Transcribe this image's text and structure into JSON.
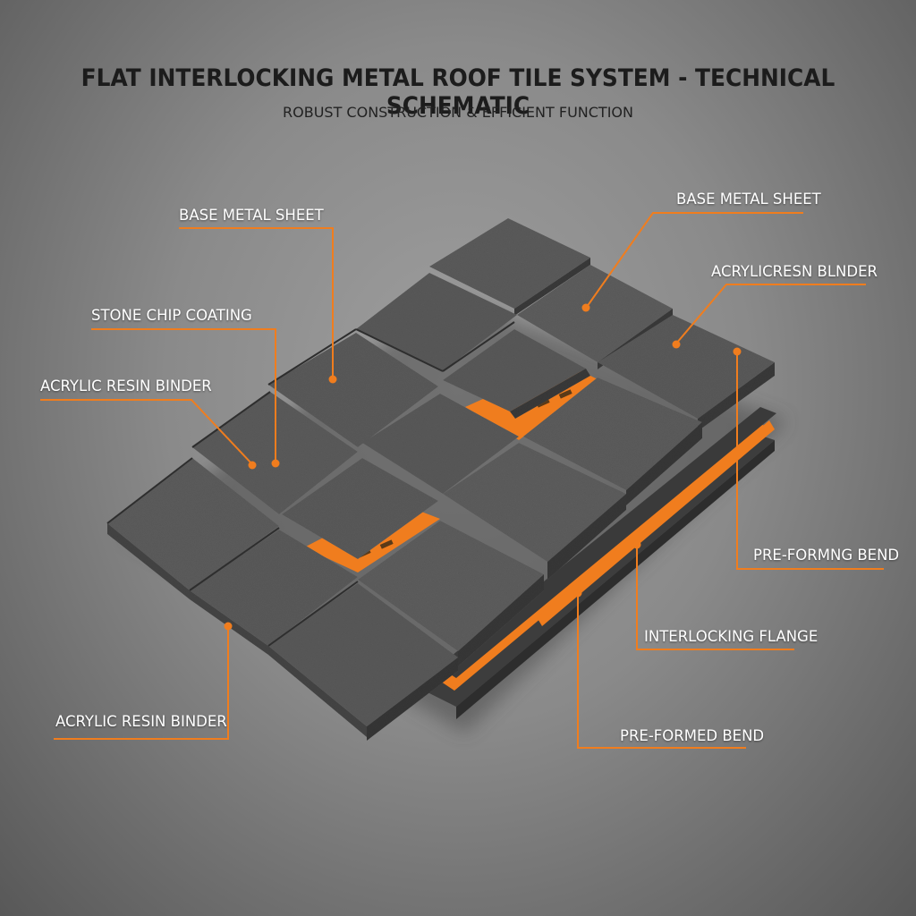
{
  "title": "FLAT INTERLOCKING METAL ROOF TILE SYSTEM - TECHNICAL SCHEMATIC",
  "subtitle": "ROBUST CONSTRUCTION & EFFICIENT FUNCTION",
  "colors": {
    "accent": "#f07d1e",
    "tile_top": "#5b5b5b",
    "tile_side": "#3a3a3a",
    "background": "#8c8c8c"
  },
  "callouts": [
    {
      "id": "base-metal-sheet-left",
      "label": "BASE METAL SHEET"
    },
    {
      "id": "base-metal-sheet-right",
      "label": "BASE METAL SHEET"
    },
    {
      "id": "stone-chip-coating",
      "label": "STONE CHIP COATING"
    },
    {
      "id": "acrylic-resin-binder-left",
      "label": "ACRYLIC RESIN BINDER"
    },
    {
      "id": "acrylic-resin-binder-right",
      "label": "ACRYLICRESN BLNDER"
    },
    {
      "id": "pre-forming-bend",
      "label": "PRE-FORMNG BEND"
    },
    {
      "id": "interlocking-flange",
      "label": "INTERLOCKING FLANGE"
    },
    {
      "id": "pre-formed-bend",
      "label": "PRE-FORMED BEND"
    },
    {
      "id": "acrylic-resin-binder-bottom",
      "label": "ACRYLIC RESIN BINDER"
    }
  ]
}
